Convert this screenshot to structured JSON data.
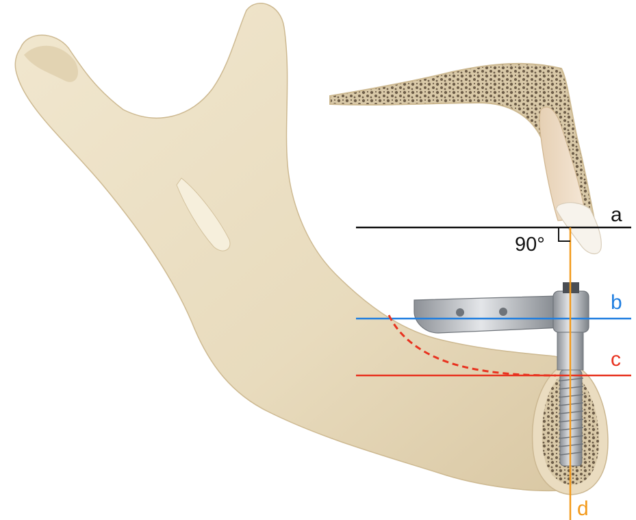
{
  "labels": {
    "a": "a",
    "b": "b",
    "c": "c",
    "d": "d",
    "angle": "90°"
  },
  "colors": {
    "line_a": "#111111",
    "line_b": "#1f7ee0",
    "line_c": "#e8321f",
    "line_d": "#f39a1b",
    "bone": "#ece0c4",
    "bone_shadow": "#d8c8a6",
    "cancellous": "#7a6a55",
    "metal": "#b9bcc0"
  }
}
